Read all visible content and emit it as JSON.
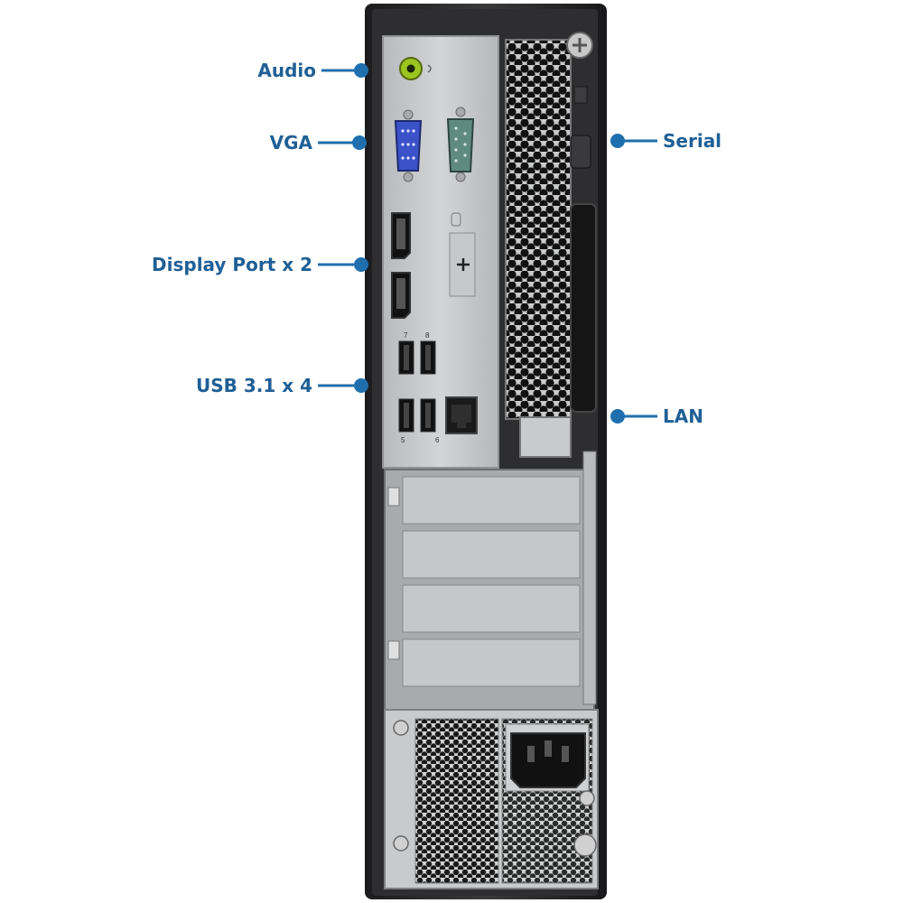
{
  "colors": {
    "callout_text": "#1f5f96",
    "callout_line": "#1f6fae",
    "case_dark": "#2a2a2c",
    "panel_silver": "#c4c6c9",
    "vent_black": "#111111",
    "vga_blue": "#3b52c8",
    "audio_green": "#9bc41e"
  },
  "callouts": {
    "audio": "Audio",
    "vga": "VGA",
    "displayport": "Display Port x 2",
    "usb": "USB 3.1 x 4",
    "serial": "Serial",
    "lan": "LAN"
  },
  "ports": {
    "usb_numbers": [
      "7",
      "8",
      "5",
      "6"
    ]
  }
}
